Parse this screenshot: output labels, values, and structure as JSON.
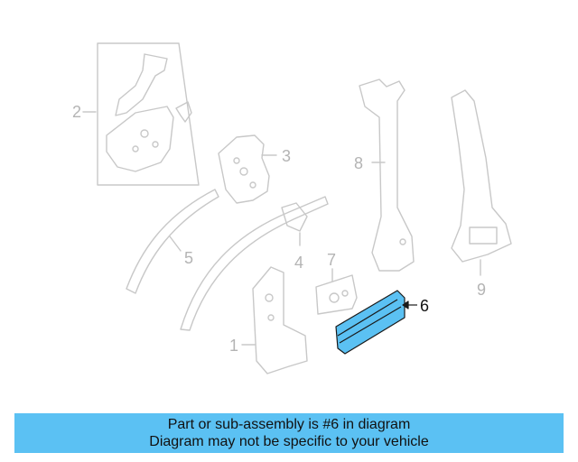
{
  "callouts": [
    {
      "id": "1",
      "label": "1",
      "highlighted": false
    },
    {
      "id": "2",
      "label": "2",
      "highlighted": false
    },
    {
      "id": "3",
      "label": "3",
      "highlighted": false
    },
    {
      "id": "4",
      "label": "4",
      "highlighted": false
    },
    {
      "id": "5",
      "label": "5",
      "highlighted": false
    },
    {
      "id": "6",
      "label": "6",
      "highlighted": true
    },
    {
      "id": "7",
      "label": "7",
      "highlighted": false
    },
    {
      "id": "8",
      "label": "8",
      "highlighted": false
    },
    {
      "id": "9",
      "label": "9",
      "highlighted": false
    }
  ],
  "colors": {
    "line_gray": "#c8c8c8",
    "highlight_fill": "#5bc1f3",
    "banner_bg": "#5bc1f3",
    "text_dark": "#111111"
  },
  "banner": {
    "line1": "Part or sub-assembly is #6 in diagram",
    "line2": "Diagram may not be specific to your vehicle"
  }
}
